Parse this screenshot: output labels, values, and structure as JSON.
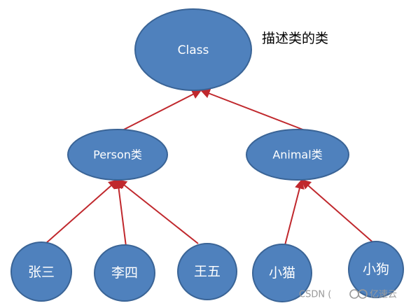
{
  "diagram": {
    "root": {
      "label": "Class"
    },
    "annotation": "描述类的类",
    "classes": [
      {
        "label": "Person类"
      },
      {
        "label": "Animal类"
      }
    ],
    "instances": [
      {
        "label": "张三"
      },
      {
        "label": "李四"
      },
      {
        "label": "王五"
      },
      {
        "label": "小猫"
      },
      {
        "label": "小狗"
      }
    ]
  },
  "colors": {
    "node_fill": "#4f81bd",
    "node_stroke": "#3a6496",
    "edge": "#c0282d",
    "label_text": "#ffffff"
  },
  "watermark": {
    "csdn": "CSDN (",
    "brand": "亿速云",
    "brand_icon": "yisu-logo-icon"
  }
}
